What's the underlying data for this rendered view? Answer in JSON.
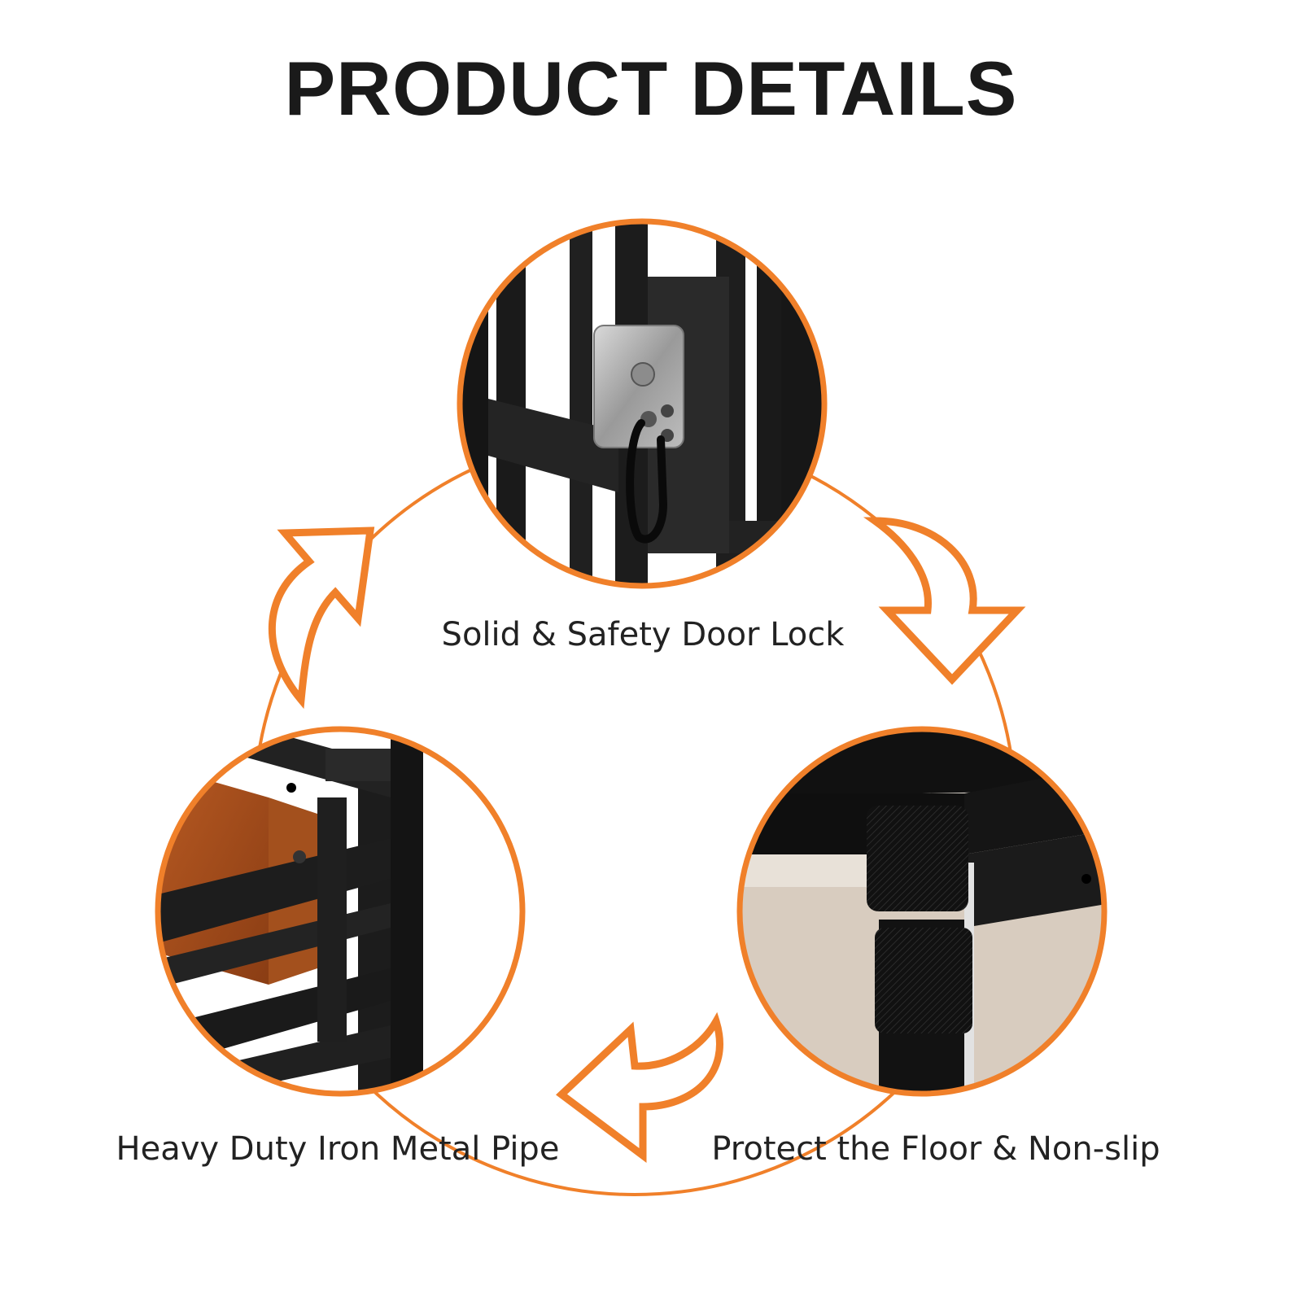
{
  "title": "PRODUCT DETAILS",
  "accent_color": "#f0802a",
  "features": [
    {
      "caption": "Solid & Safety Door Lock",
      "icon": "door-lock-photo"
    },
    {
      "caption": "Heavy Duty Iron Metal Pipe",
      "icon": "metal-pipe-photo"
    },
    {
      "caption": "Protect the Floor & Non-slip",
      "icon": "floor-protector-photo"
    }
  ]
}
